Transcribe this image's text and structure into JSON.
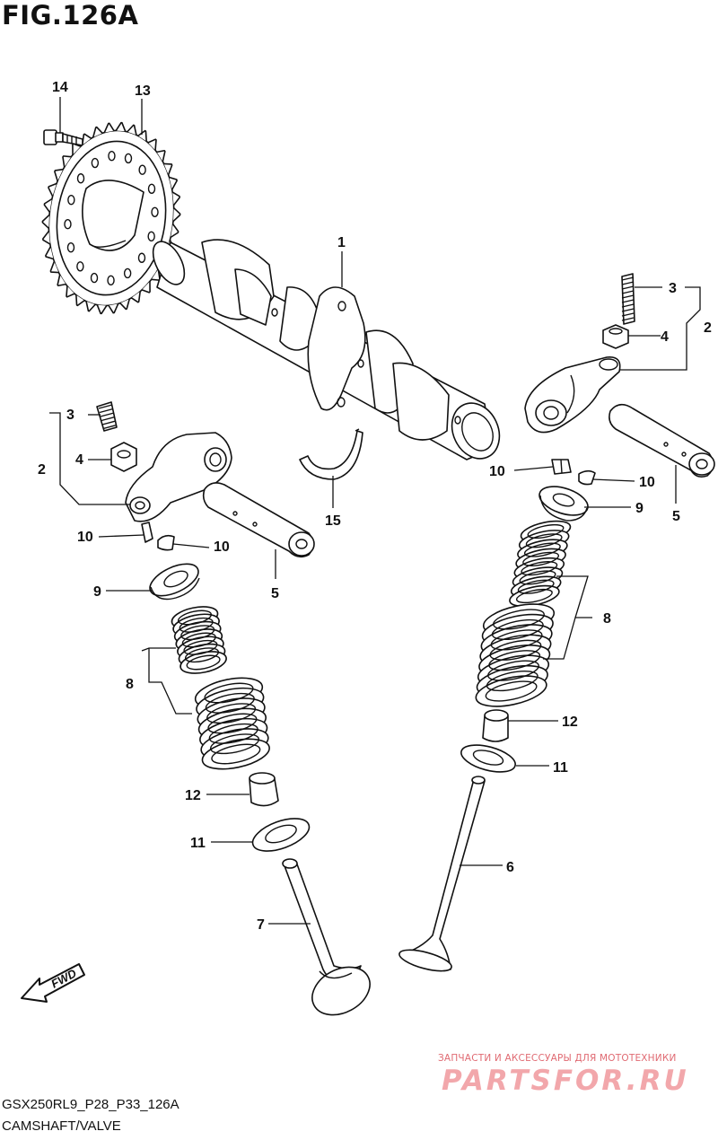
{
  "figure": {
    "title": "FIG.126A",
    "code": "GSX250RL9_P28_P33_126A",
    "caption": "CAMSHAFT/VALVE",
    "fwd_label": "FWD"
  },
  "watermark": {
    "tagline": "ЗАПЧАСТИ И АКСЕССУАРЫ ДЛЯ МОТОТЕХНИКИ",
    "logo": "PARTSFOR.RU"
  },
  "callouts": {
    "c14": "14",
    "c13": "13",
    "c1": "1",
    "c3_right": "3",
    "c4_right": "4",
    "c2_right": "2",
    "c3_left": "3",
    "c4_left": "4",
    "c2_left": "2",
    "c10_left_a": "10",
    "c10_left_b": "10",
    "c9_left": "9",
    "c5_left": "5",
    "c15": "15",
    "c10_right_a": "10",
    "c10_right_b": "10",
    "c9_right": "9",
    "c5_right": "5",
    "c8_left": "8",
    "c8_right": "8",
    "c12_right": "12",
    "c11_right": "11",
    "c12_left": "12",
    "c11_left": "11",
    "c6": "6",
    "c7": "7"
  },
  "colors": {
    "line": "#111111",
    "watermark_text": "#e06a72",
    "watermark_logo": "#f2a7ab"
  }
}
